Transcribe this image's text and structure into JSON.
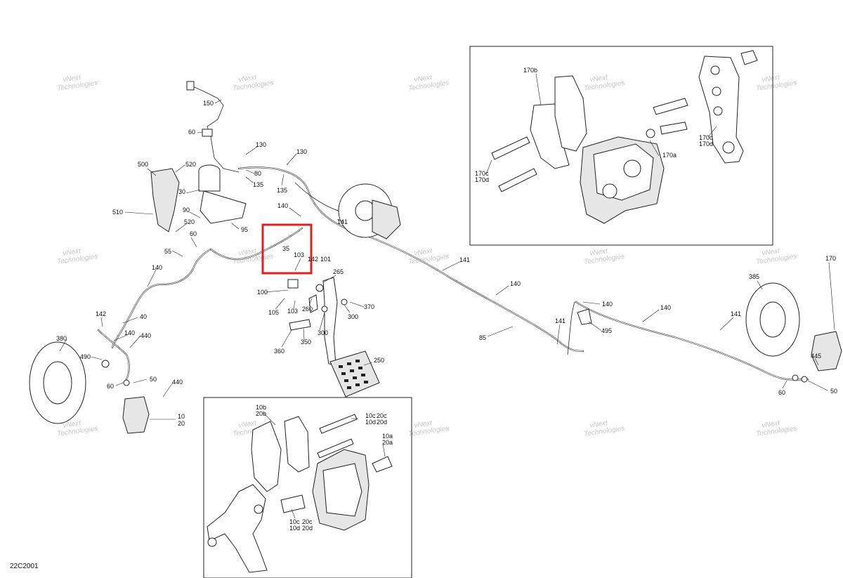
{
  "drawing_ref": "22C2001",
  "watermark_text": [
    "vNext",
    "Technologies"
  ],
  "highlight_color": "#e0201e",
  "labels": {
    "l150": "150",
    "l60a": "60",
    "l130a": "130",
    "l130b": "130",
    "l80": "80",
    "l135a": "135",
    "l135b": "135",
    "l500": "500",
    "l520a": "520",
    "l30": "30",
    "l510": "510",
    "l90": "90",
    "l95": "95",
    "l520b": "520",
    "l60b": "60",
    "l55": "55",
    "l140a": "140",
    "l142a": "142",
    "l40": "40",
    "l140b": "140",
    "l440a": "440",
    "l490": "490",
    "l380": "380",
    "l50a": "50",
    "l60c": "60",
    "l440b": "440",
    "l10": "10",
    "l20": "20",
    "l140c": "140",
    "l141a": "141",
    "l35": "35",
    "l103a": "103",
    "l142b": "142",
    "l101": "101",
    "l265": "265",
    "l100": "100",
    "l105": "105",
    "l103b": "103",
    "l260": "260",
    "l370": "370",
    "l300a": "300",
    "l300b": "300",
    "l360": "360",
    "l350": "350",
    "l250": "250",
    "l141b": "141",
    "l140d": "140",
    "l140e": "140",
    "l85": "85",
    "l141c": "141",
    "l495": "495",
    "l140f": "140",
    "l141d": "141",
    "l385": "385",
    "l170": "170",
    "l445": "445",
    "l60d": "60",
    "l50b": "50",
    "i170b": "170b",
    "i170a": "170a",
    "i170c1": "170c",
    "i170d1": "170d",
    "i170c2": "170c",
    "i170d2": "170d",
    "i10b": "10b",
    "i20b": "20b",
    "i10c1": "10c",
    "i20c1": "20c",
    "i10d1": "10d",
    "i20d1": "20d",
    "i10a": "10a",
    "i20a": "20a",
    "i10c2": "10c",
    "i20c2": "20c",
    "i10d2": "10d",
    "i20d2": "20d"
  }
}
